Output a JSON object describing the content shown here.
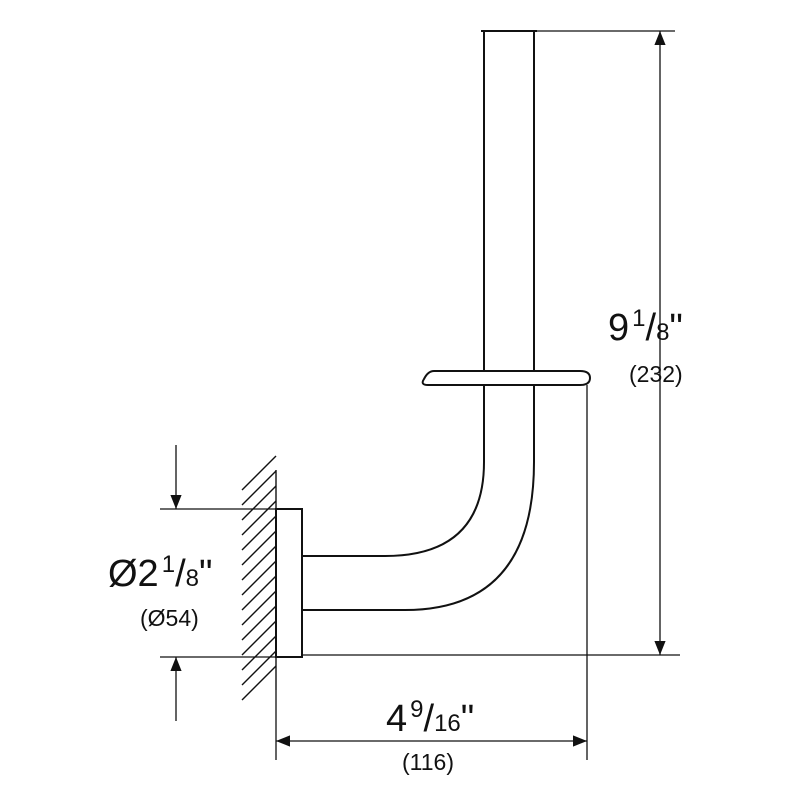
{
  "dimensions": {
    "height": {
      "whole": "9",
      "num": "1",
      "den": "8",
      "inch": "\"",
      "mm": "(232)"
    },
    "width": {
      "whole": "4",
      "num": "9",
      "den": "16",
      "inch": "\"",
      "mm": "(116)"
    },
    "diameter": {
      "prefix": "Ø2",
      "num": "1",
      "den": "8",
      "inch": "\"",
      "mm": "(Ø54)"
    }
  },
  "colors": {
    "line": "#111111",
    "background": "#ffffff"
  }
}
